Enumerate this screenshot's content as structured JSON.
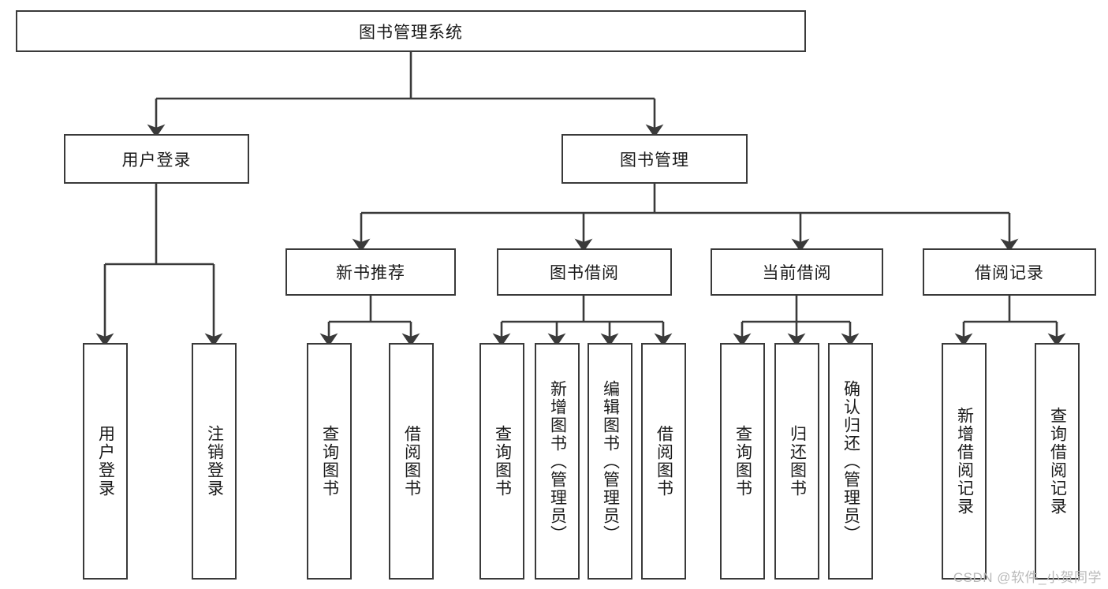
{
  "diagram": {
    "title": "图书管理系统",
    "type": "hierarchy-tree",
    "root": {
      "label": "图书管理系统"
    },
    "level2": [
      {
        "label": "用户登录"
      },
      {
        "label": "图书管理"
      }
    ],
    "level3": [
      {
        "label": "新书推荐"
      },
      {
        "label": "图书借阅"
      },
      {
        "label": "当前借阅"
      },
      {
        "label": "借阅记录"
      }
    ],
    "leaves": {
      "user_login": [
        {
          "label": "用户登录"
        },
        {
          "label": "注销登录"
        }
      ],
      "new_book_recommend": [
        {
          "label": "查询图书"
        },
        {
          "label": "借阅图书"
        }
      ],
      "book_borrow": [
        {
          "label": "查询图书"
        },
        {
          "label": "新增图书（管理员）"
        },
        {
          "label": "编辑图书（管理员）"
        },
        {
          "label": "借阅图书"
        }
      ],
      "current_borrow": [
        {
          "label": "查询图书"
        },
        {
          "label": "归还图书"
        },
        {
          "label": "确认归还（管理员）"
        }
      ],
      "borrow_record": [
        {
          "label": "新增借阅记录"
        },
        {
          "label": "查询借阅记录"
        }
      ]
    }
  },
  "watermark": {
    "text": "CSDN @软件_小贺同学"
  },
  "colors": {
    "stroke": "#3a3a3a",
    "box_fill": "#ffffff",
    "text": "#1a1a1a",
    "watermark": "#b9b9b9"
  }
}
